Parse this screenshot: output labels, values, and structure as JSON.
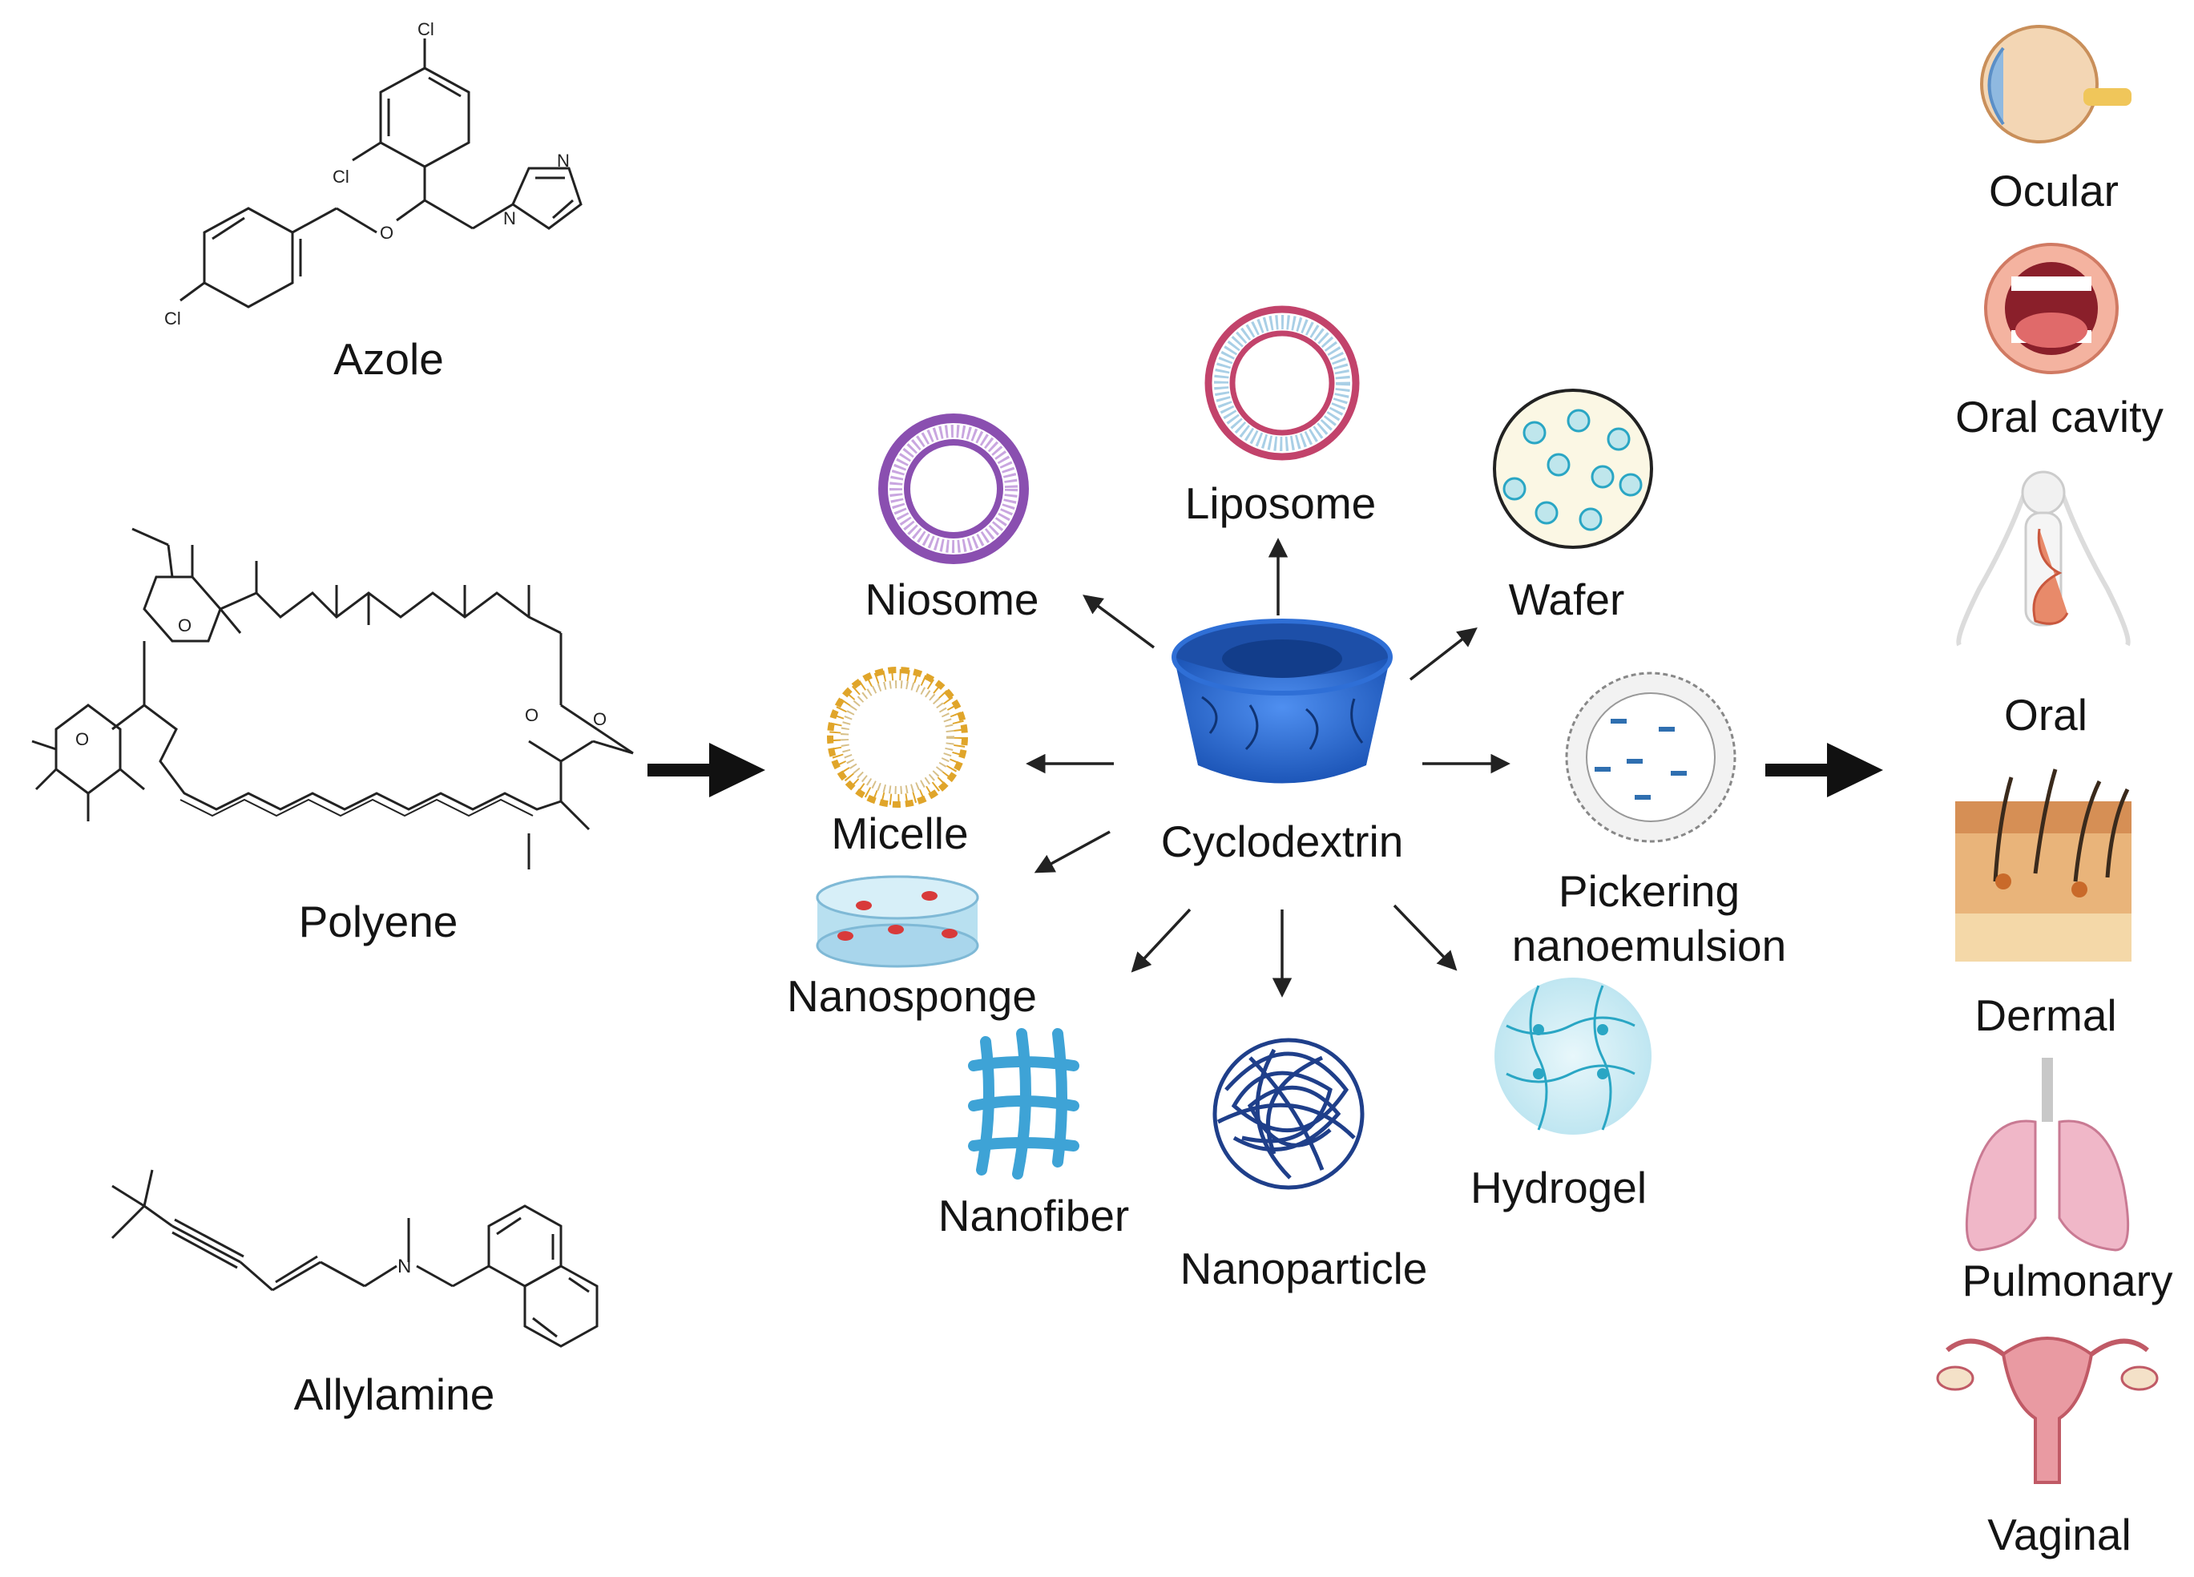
{
  "drugs": {
    "azole": "Azole",
    "polyene": "Polyene",
    "allylamine": "Allylamine",
    "chem_cl": "Cl",
    "chem_n": "N",
    "chem_o": "O"
  },
  "center": {
    "label": "Cyclodextrin"
  },
  "carriers": {
    "niosome": "Niosome",
    "liposome": "Liposome",
    "wafer": "Wafer",
    "micelle": "Micelle",
    "nanosponge": "Nanosponge",
    "nanofiber": "Nanofiber",
    "nanoparticle": "Nanoparticle",
    "hydrogel": "Hydrogel",
    "pickering": "Pickering nanoemulsion",
    "pickering_line1": "Pickering",
    "pickering_line2": "nanoemulsion"
  },
  "routes": {
    "ocular": "Ocular",
    "oral_cavity": "Oral cavity",
    "oral": "Oral",
    "dermal": "Dermal",
    "pulmonary": "Pulmonary",
    "vaginal": "Vaginal"
  },
  "colors": {
    "cyclodextrin": "#2f6fd6",
    "niosome": "#8a4fb0",
    "liposome": "#c2436b",
    "micelle": "#e0a52a",
    "nanoparticle": "#1f3f8a",
    "nanofiber": "#3ea3d6",
    "hydrogel": "#2aa6c4"
  }
}
